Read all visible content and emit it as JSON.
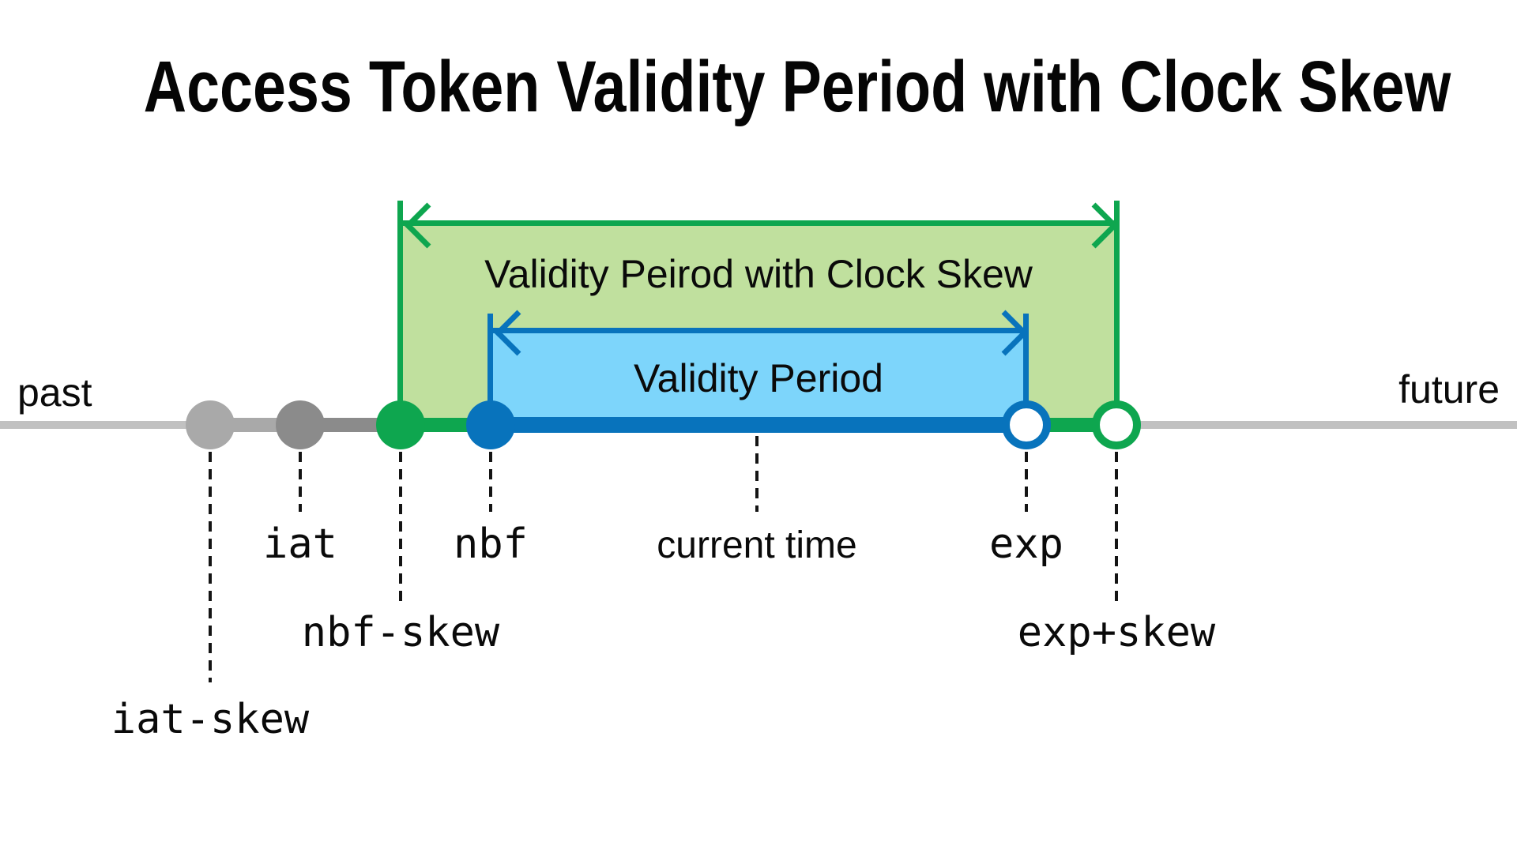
{
  "title": "Access Token Validity Period with Clock Skew",
  "axis": {
    "past": "past",
    "future": "future",
    "timeline_color": "#c1c1c1"
  },
  "regions": {
    "clock_skew": {
      "label": "Validity Peirod with Clock Skew",
      "fill_color": "#c0e09e",
      "line_color": "#0ea64f",
      "start_marker": "nbf-skew",
      "end_marker": "exp+skew"
    },
    "validity": {
      "label": "Validity Period",
      "fill_color": "#7dd5fb",
      "line_color": "#0873bc",
      "start_marker": "nbf",
      "end_marker": "exp"
    }
  },
  "markers": {
    "iat_skew": {
      "label": "iat-skew",
      "color": "#a9a9a9",
      "dot": "filled"
    },
    "iat": {
      "label": "iat",
      "color": "#8b8b8b",
      "dot": "filled"
    },
    "nbf_skew": {
      "label": "nbf-skew",
      "color": "#0ea64f",
      "dot": "filled"
    },
    "nbf": {
      "label": "nbf",
      "color": "#0873bc",
      "dot": "filled"
    },
    "current_time": {
      "label": "current time",
      "dot": "none"
    },
    "exp": {
      "label": "exp",
      "color": "#0873bc",
      "dot": "open"
    },
    "exp_skew": {
      "label": "exp+skew",
      "color": "#0ea64f",
      "dot": "open"
    }
  },
  "leader_line_color": "#141414"
}
